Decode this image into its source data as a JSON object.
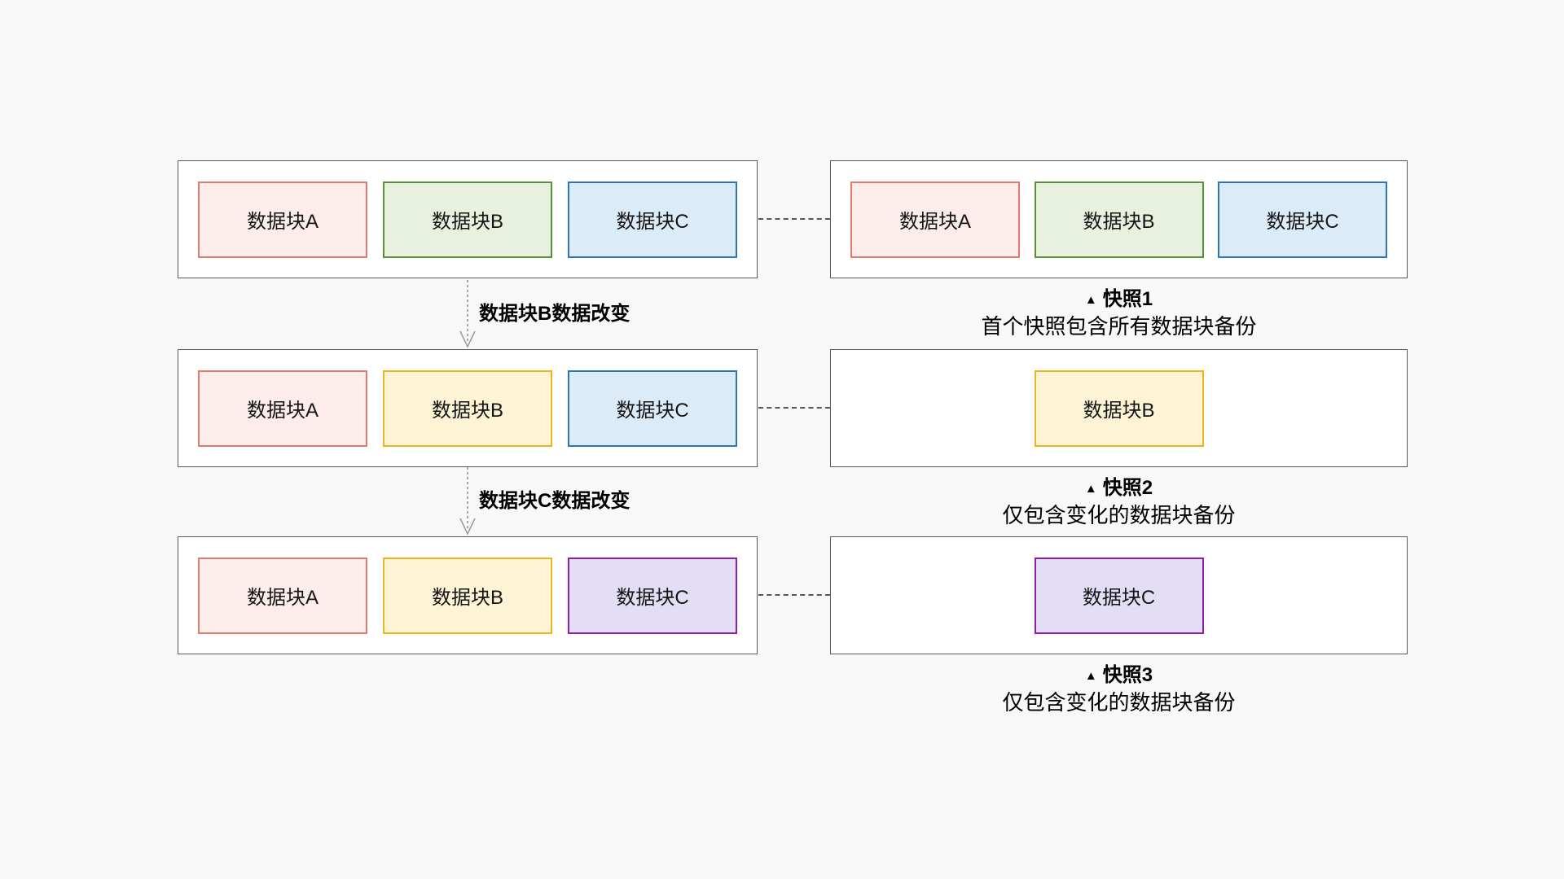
{
  "page": {
    "background": "#f8f8f8"
  },
  "palette": {
    "pink": {
      "bg": "#fcecea",
      "border": "#df7b6e"
    },
    "green": {
      "bg": "#e8f1de",
      "border": "#5a8f3a"
    },
    "blue": {
      "bg": "#dcebf8",
      "border": "#2e75b6"
    },
    "yellow": {
      "bg": "#fdf3d5",
      "border": "#ecb41e"
    },
    "purple": {
      "bg": "#e3def6",
      "border": "#8b1fa5"
    },
    "container_border": "#5a5a5a",
    "connector": "#555555",
    "arrow": "#8c8c8c",
    "text": "#111111"
  },
  "rows": [
    {
      "source_blocks": [
        {
          "label": "数据块A",
          "color": "pink"
        },
        {
          "label": "数据块B",
          "color": "green"
        },
        {
          "label": "数据块C",
          "color": "blue"
        }
      ],
      "snapshot_blocks": [
        {
          "label": "数据块A",
          "color": "pink"
        },
        {
          "label": "数据块B",
          "color": "green"
        },
        {
          "label": "数据块C",
          "color": "blue"
        }
      ],
      "caption": {
        "marker": "▲",
        "title": "快照1",
        "subtitle": "首个快照包含所有数据块备份"
      }
    },
    {
      "source_blocks": [
        {
          "label": "数据块A",
          "color": "pink"
        },
        {
          "label": "数据块B",
          "color": "yellow"
        },
        {
          "label": "数据块C",
          "color": "blue"
        }
      ],
      "snapshot_blocks": [
        {
          "label": "数据块B",
          "color": "yellow"
        }
      ],
      "caption": {
        "marker": "▲",
        "title": "快照2",
        "subtitle": "仅包含变化的数据块备份"
      }
    },
    {
      "source_blocks": [
        {
          "label": "数据块A",
          "color": "pink"
        },
        {
          "label": "数据块B",
          "color": "yellow"
        },
        {
          "label": "数据块C",
          "color": "purple"
        }
      ],
      "snapshot_blocks": [
        {
          "label": "数据块C",
          "color": "purple"
        }
      ],
      "caption": {
        "marker": "▲",
        "title": "快照3",
        "subtitle": "仅包含变化的数据块备份"
      }
    }
  ],
  "transitions": [
    {
      "label": "数据块B数据改变"
    },
    {
      "label": "数据块C数据改变"
    }
  ]
}
